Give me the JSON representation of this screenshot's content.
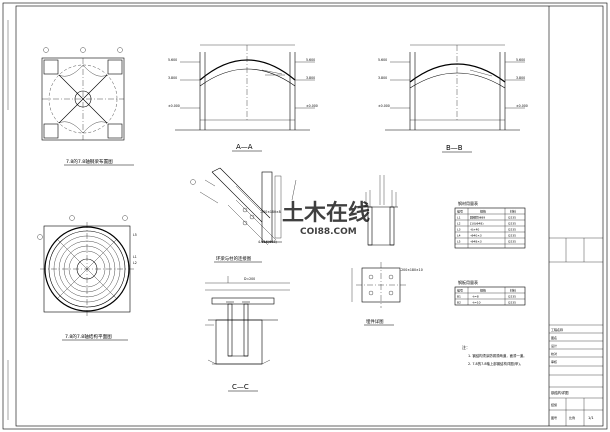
{
  "drawing": {
    "views": {
      "beam_layout": {
        "title": "7.8的7.8轴钢梁布置图"
      },
      "structure_plan": {
        "title": "7.8的7.8轴结构平面图"
      },
      "section_aa": {
        "title": "A—A"
      },
      "section_bb": {
        "title": "B—B"
      },
      "section_cc": {
        "title": "C—C"
      },
      "ring_beam_detail": {
        "title": "环梁与柱的连接图"
      },
      "embed_detail": {
        "title": "埋件详图"
      }
    },
    "labels": {
      "aa_left_top": "5.600",
      "aa_left_mid": "3.800",
      "aa_left_bot": "±0.000",
      "aa_right_top": "5.600",
      "aa_right_mid": "3.800",
      "aa_right_bot": "±0.000",
      "bb_left_top": "5.600",
      "bb_left_mid": "3.800",
      "bb_left_bot": "±0.000",
      "bb_right_top": "5.600",
      "bb_right_mid": "3.800",
      "bb_right_bot": "±0.000",
      "ring_plate": "-200×180×8",
      "ring_bolt": "4-Φ16(Φ18)",
      "cc_dim": "D=200",
      "embed_plate": "-200×180×10",
      "plan_l1": "L1",
      "plan_l2": "L2",
      "plan_l5": "L5"
    },
    "table1": {
      "title": "钢材用量表",
      "headers": [
        "编号",
        "规格",
        "材料"
      ],
      "rows": [
        [
          "L1",
          "圆钢管Φ89",
          "Q235"
        ],
        [
          "L2",
          "[10(Φ48)",
          "Q235"
        ],
        [
          "L3",
          "-6×40",
          "Q235"
        ],
        [
          "L4",
          "-Φ40×3",
          "Q235"
        ],
        [
          "L5",
          "-Φ48×3",
          "Q235"
        ]
      ]
    },
    "table2": {
      "title": "钢板用量表",
      "headers": [
        "编号",
        "规格",
        "材料"
      ],
      "rows": [
        [
          "B1",
          "-t=8",
          "Q235"
        ],
        [
          "B2",
          "-t=10",
          "Q235"
        ]
      ]
    },
    "notes": {
      "title": "注：",
      "line1": "1. 钢结构须涂防锈漆两道，面漆一道。",
      "line2": "2. 7.8的7.8轴上部钢结构详图(甲)。"
    },
    "title_block": {
      "r1": "工程名称",
      "r2": "图名",
      "r3": "设计",
      "r4": "校对",
      "r5": "审核",
      "r6": "钢结构详图",
      "r7": "结施",
      "r8": "比例",
      "r9": "图号",
      "sheet_no": "1/1"
    },
    "watermark": {
      "main": "土木在线",
      "sub": "COI88.COM"
    }
  }
}
